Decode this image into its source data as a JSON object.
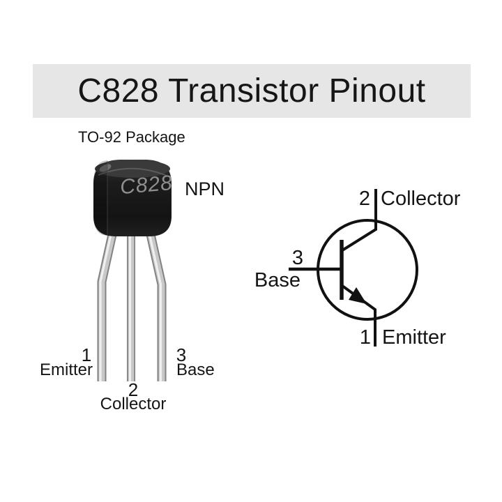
{
  "title": "C828 Transistor Pinout",
  "photo": {
    "package_label": "TO-92 Package",
    "marking": "C828",
    "transistor_type": "NPN",
    "pins": [
      {
        "number": "1",
        "name": "Emitter"
      },
      {
        "number": "2",
        "name": "Collector"
      },
      {
        "number": "3",
        "name": "Base"
      }
    ]
  },
  "schematic": {
    "symbol": "NPN transistor",
    "pins": [
      {
        "number": "1",
        "name": "Emitter"
      },
      {
        "number": "2",
        "name": "Collector"
      },
      {
        "number": "3",
        "name": "Base"
      }
    ]
  },
  "colors": {
    "banner_background": "#e6e6e6",
    "text": "#141414",
    "package_body": "#1d1d1d",
    "marking_text": "#8f8f8f",
    "lead_metal": "#c8c8c8",
    "schematic_line": "#111111"
  }
}
